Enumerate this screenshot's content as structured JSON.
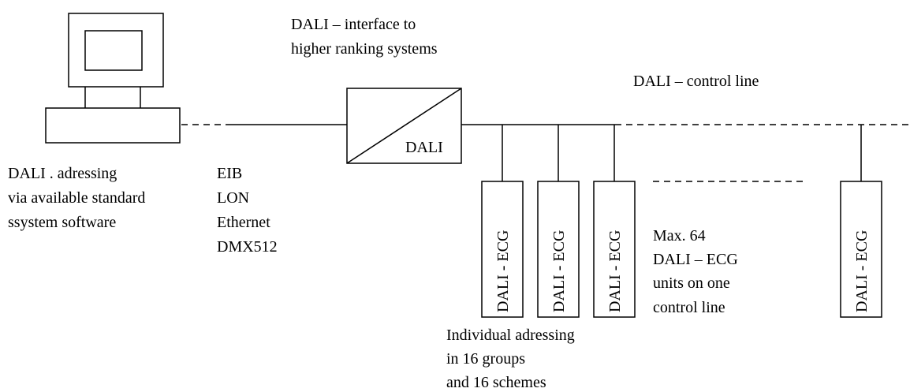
{
  "interface_label": [
    "DALI – interface to",
    "higher ranking systems"
  ],
  "control_line_label": "DALI – control line",
  "converter_label": "DALI",
  "pc_caption": [
    "DALI . adressing",
    "via available standard",
    "ssystem software"
  ],
  "protocols": [
    "EIB",
    "LON",
    "Ethernet",
    "DMX512"
  ],
  "ecg_label": "DALI - ECG",
  "ecg_units_count": 4,
  "max_units_note": [
    "Max. 64",
    "DALI – ECG",
    "units on one",
    "control line"
  ],
  "addressing_note": [
    "Individual adressing",
    "in 16 groups",
    "and 16 schemes"
  ],
  "icons": [
    "computer-icon",
    "converter-icon"
  ]
}
